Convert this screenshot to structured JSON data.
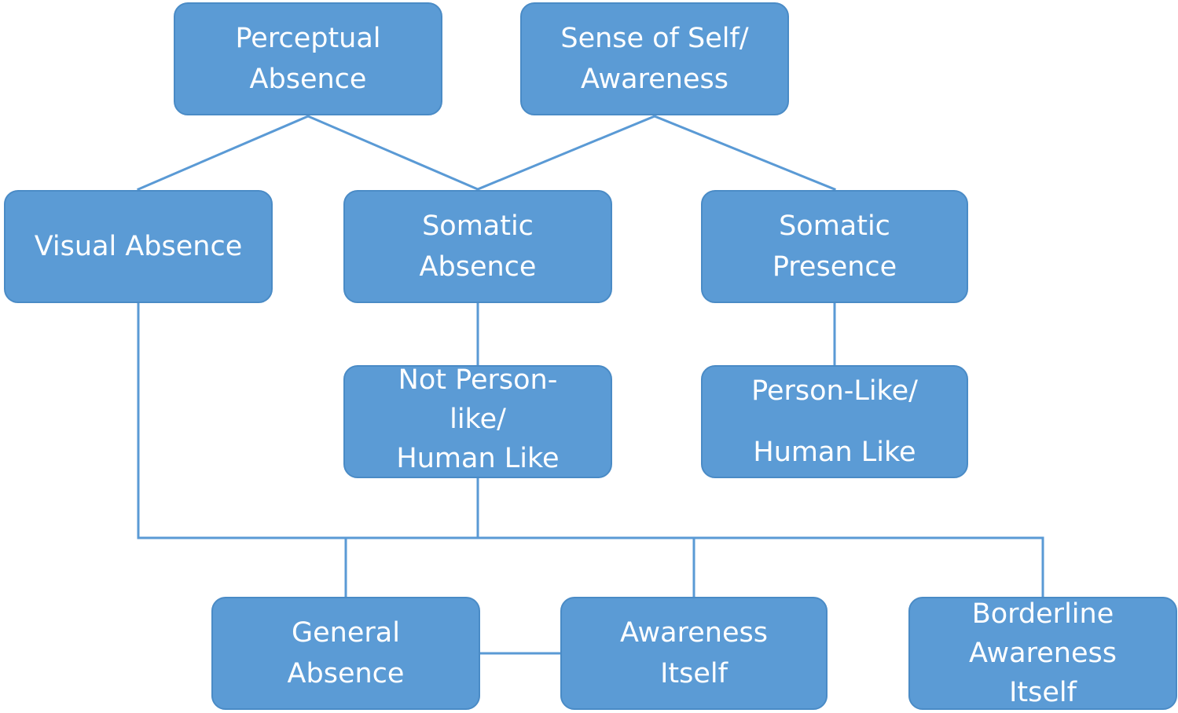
{
  "nodes": {
    "perceptual_absence": [
      "Perceptual",
      "Absence"
    ],
    "sense_of_self": [
      "Sense of Self/",
      "Awareness"
    ],
    "visual_absence": [
      "Visual Absence"
    ],
    "somatic_absence": [
      "Somatic",
      "Absence"
    ],
    "somatic_presence": [
      "Somatic",
      "Presence"
    ],
    "not_person_like": [
      "Not Person-",
      "like/",
      "Human Like"
    ],
    "person_like": [
      "Person-Like/",
      "Human Like"
    ],
    "general_absence": [
      "General",
      "Absence"
    ],
    "awareness_itself": [
      "Awareness",
      "Itself"
    ],
    "borderline_awareness": [
      "Borderline",
      "Awareness",
      "Itself"
    ]
  },
  "colors": {
    "node_fill": "#5b9bd5",
    "node_border": "#4a8bc6",
    "connector": "#5a9ad5",
    "text": "#ffffff"
  }
}
